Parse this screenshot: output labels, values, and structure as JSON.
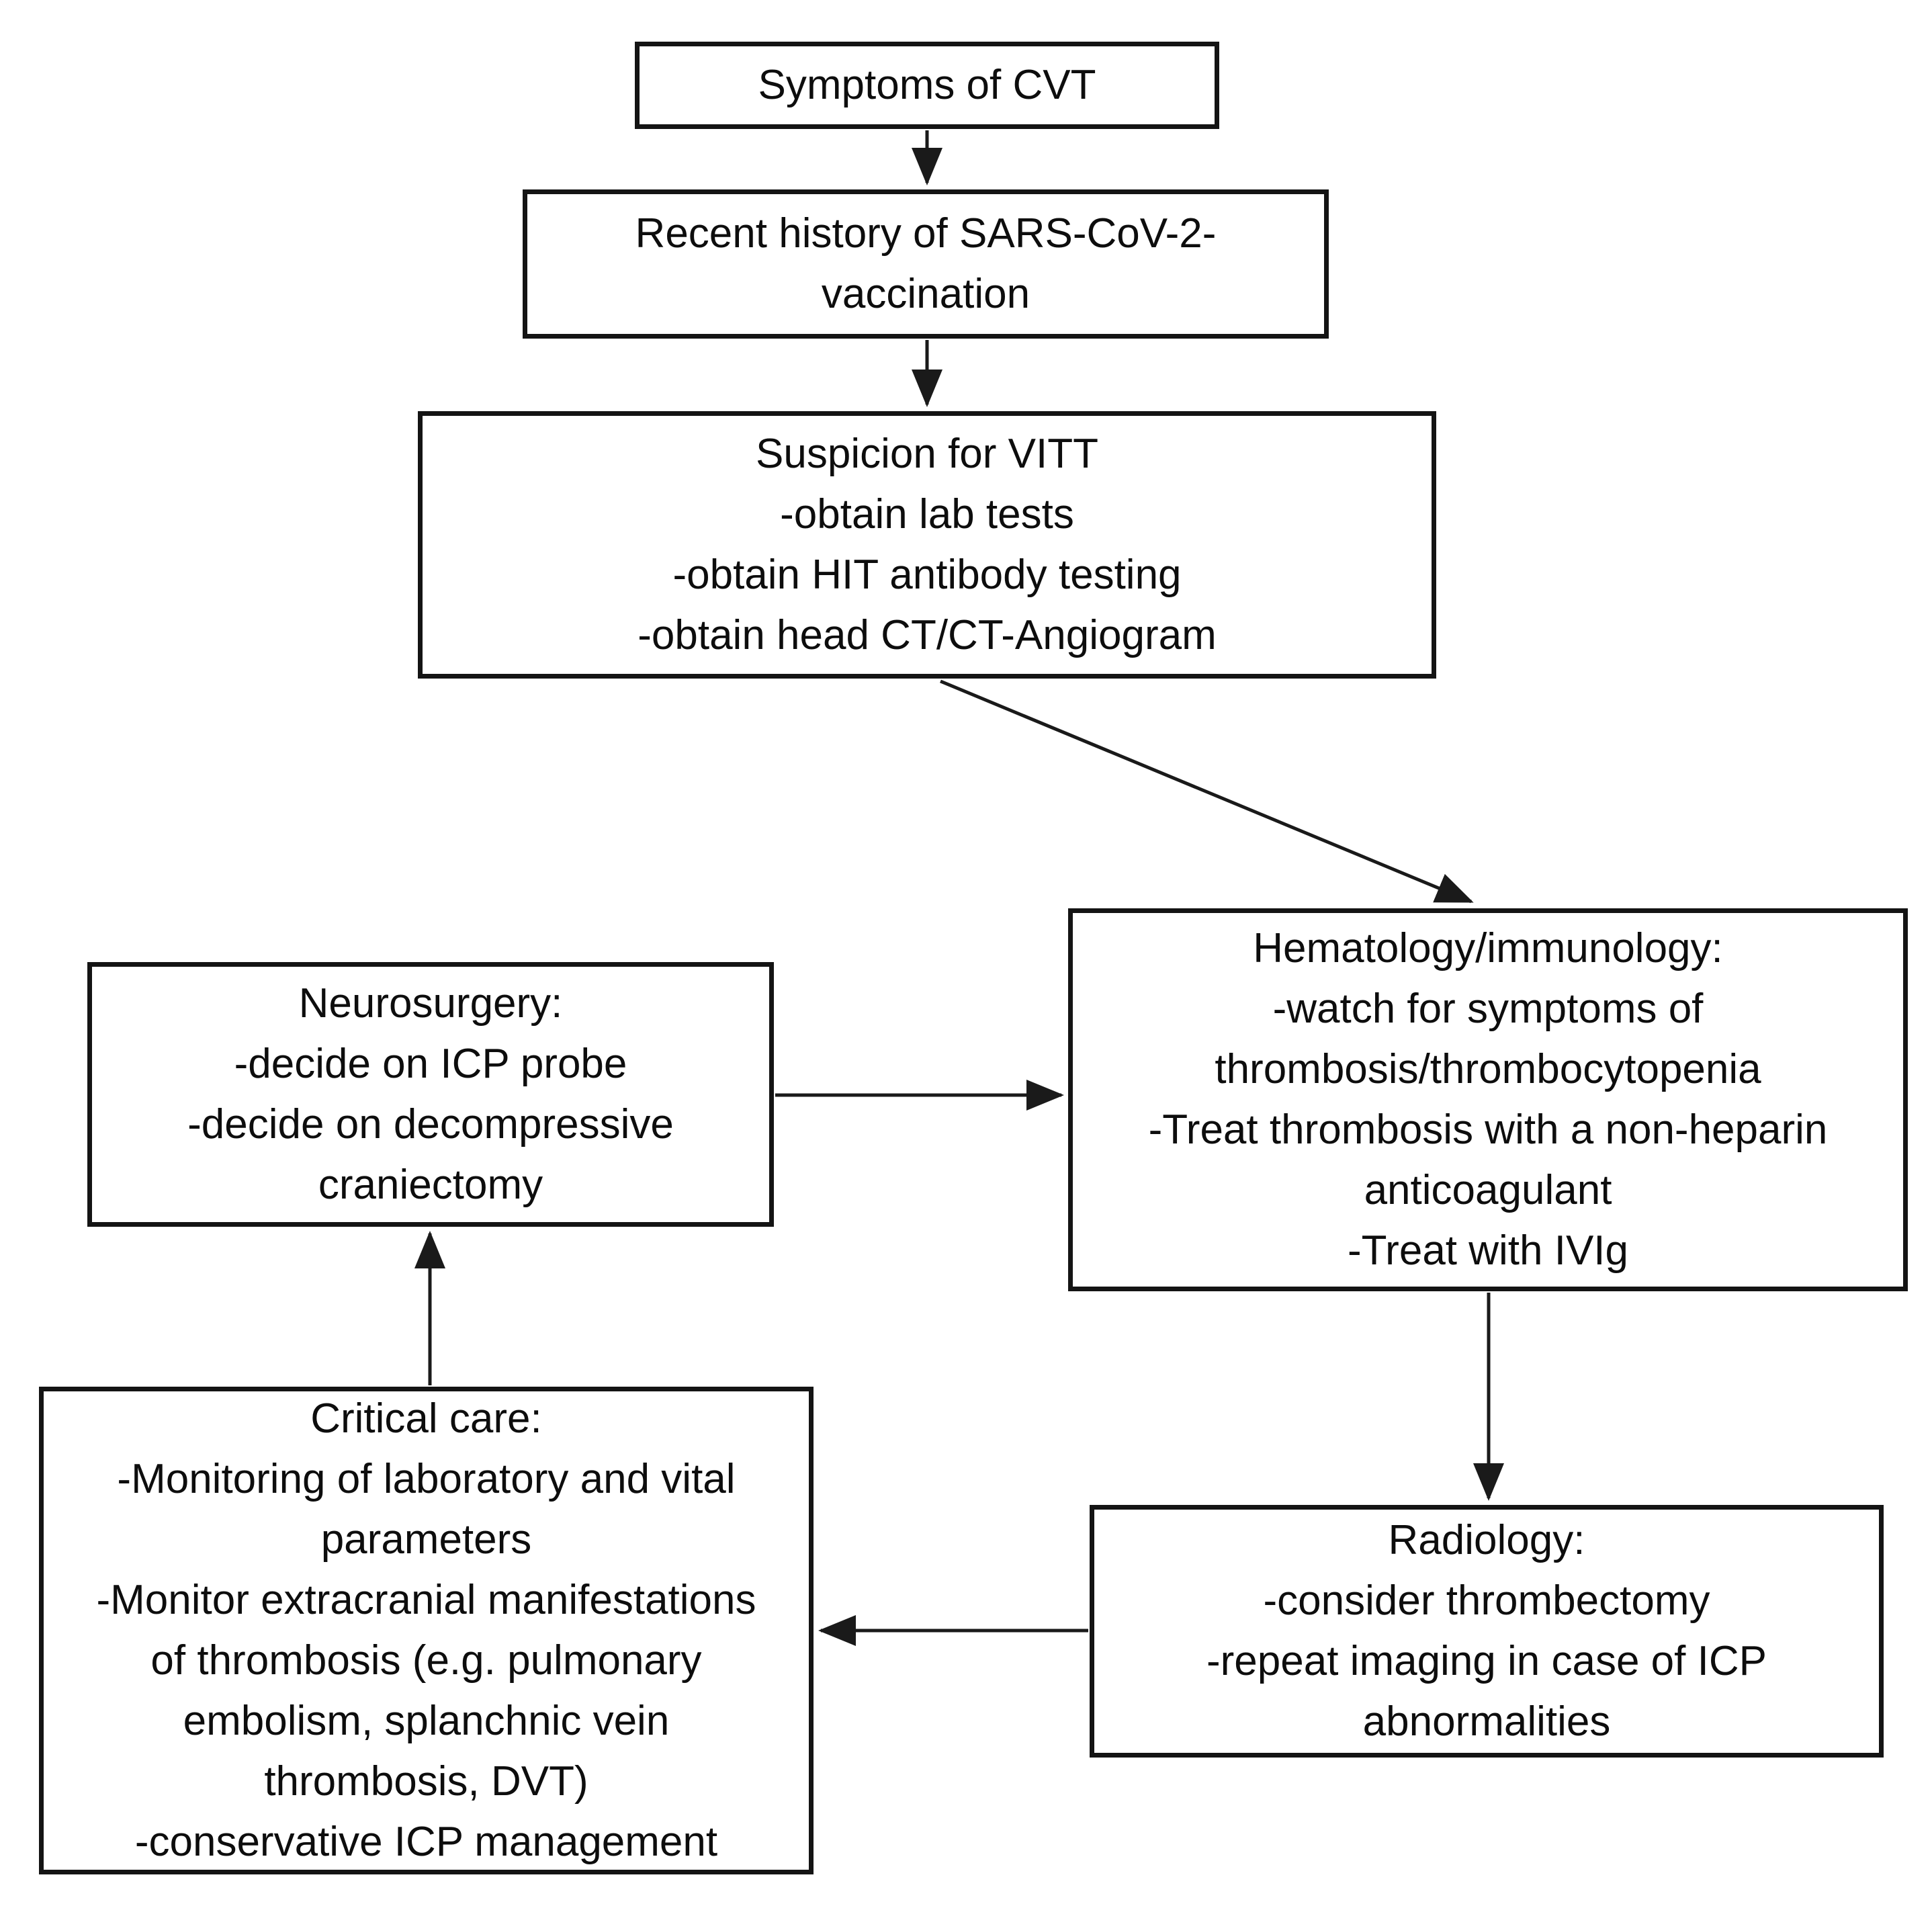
{
  "diagram": {
    "title": "VITT / CVT management flowchart",
    "background_color": "#ffffff",
    "line_color": "#1a1a1a",
    "box_border_color": "#141414",
    "text_color": "#0d0d0d",
    "nodes": {
      "symptoms": {
        "text": "Symptoms of CVT"
      },
      "history": {
        "text": "Recent history of SARS-CoV-2-\nvaccination"
      },
      "suspicion": {
        "text": "Suspicion for VITT\n-obtain lab tests\n-obtain HIT antibody testing\n-obtain head CT/CT-Angiogram"
      },
      "hematology": {
        "text": "Hematology/immunology:\n-watch for symptoms of\nthrombosis/thrombocytopenia\n-Treat thrombosis with a non-heparin\nanticoagulant\n-Treat with IVIg"
      },
      "neurosurgery": {
        "text": "Neurosurgery:\n-decide on ICP probe\n-decide on decompressive\ncraniectomy"
      },
      "radiology": {
        "text": "Radiology:\n-consider thrombectomy\n-repeat imaging in case of ICP\nabnormalities"
      },
      "critical_care": {
        "text": "Critical care:\n-Monitoring of laboratory and vital\nparameters\n-Monitor extracranial manifestations\nof thrombosis (e.g. pulmonary\nembolism, splanchnic vein\nthrombosis, DVT)\n-conservative ICP management"
      }
    },
    "edges": [
      {
        "from": "symptoms",
        "to": "history",
        "direction": "down"
      },
      {
        "from": "history",
        "to": "suspicion",
        "direction": "down"
      },
      {
        "from": "suspicion",
        "to": "hematology",
        "direction": "diagonal-down-right"
      },
      {
        "from": "neurosurgery",
        "to": "hematology",
        "direction": "right"
      },
      {
        "from": "hematology",
        "to": "radiology",
        "direction": "down"
      },
      {
        "from": "radiology",
        "to": "critical_care",
        "direction": "left"
      },
      {
        "from": "critical_care",
        "to": "neurosurgery",
        "direction": "up"
      }
    ]
  }
}
